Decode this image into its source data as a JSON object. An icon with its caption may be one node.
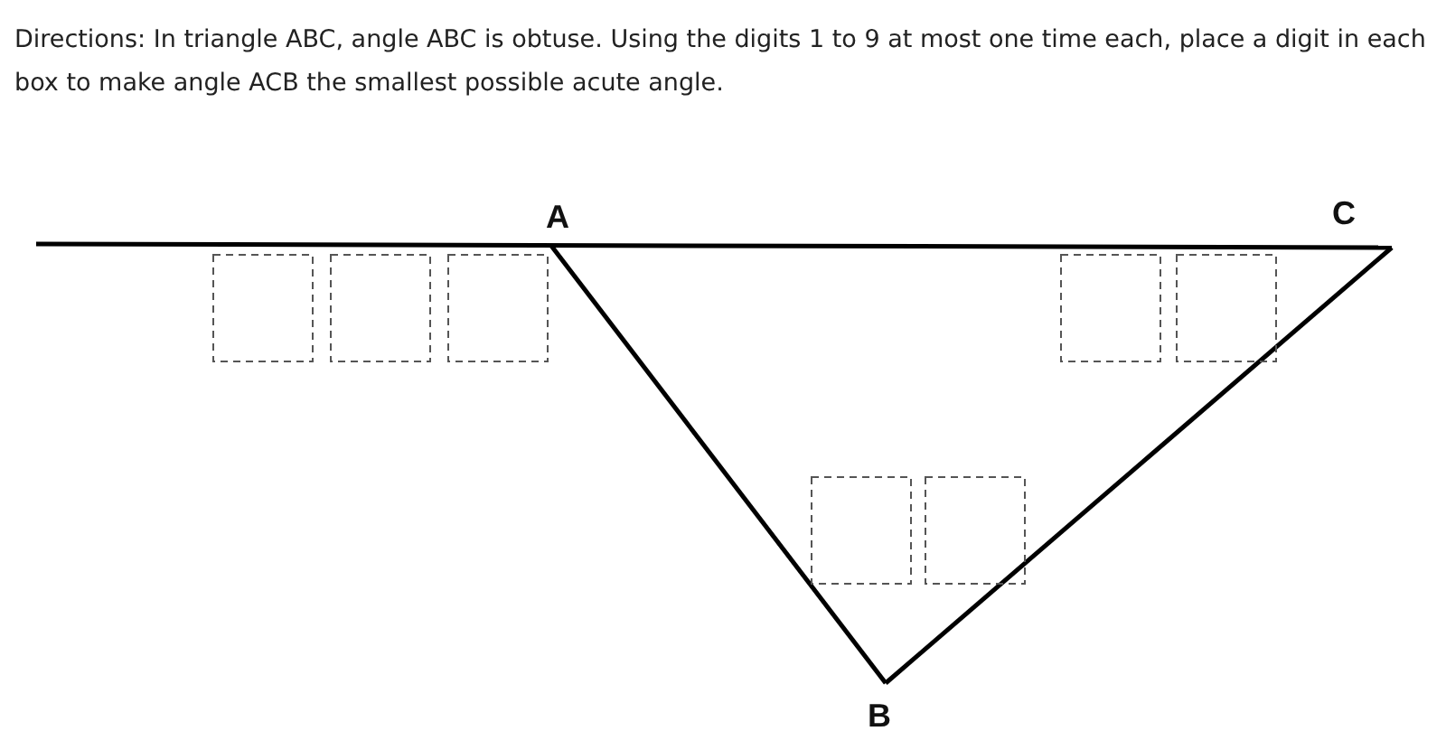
{
  "diagram": {
    "title": "Directions: In triangle ABC, angle ABC is obtuse. Using the digits 1 to 9 at most one time each, place a digit in each box to make angle ACB the smallest possible acute angle.",
    "labels": [
      "A",
      "C",
      "B"
    ]
  }
}
